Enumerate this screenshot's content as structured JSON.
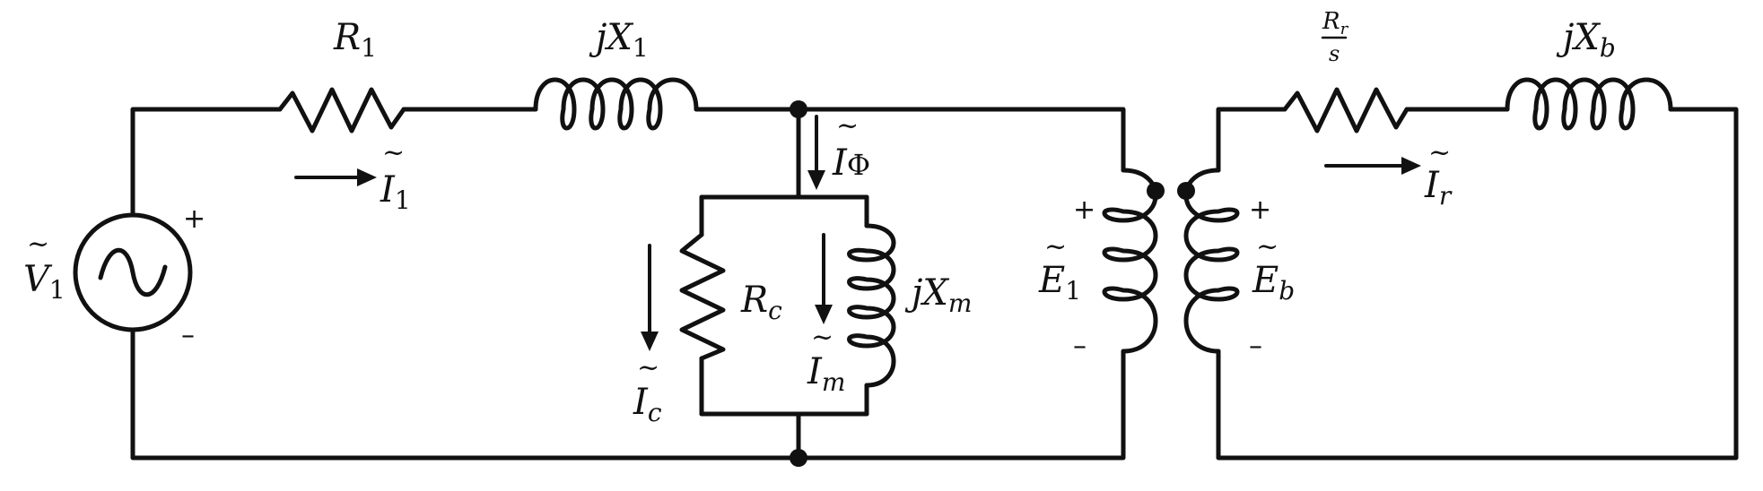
{
  "labels": {
    "r1": {
      "main": "R",
      "sub": "1"
    },
    "jx1": {
      "main": "jX",
      "sub": "1"
    },
    "rr_num": {
      "main": "R",
      "sub": "r"
    },
    "rr_den": "s",
    "jxb": {
      "main": "jX",
      "sub": "b"
    },
    "i1": {
      "main": "I",
      "sub": "1"
    },
    "iphi": {
      "main": "I",
      "sub": "Φ"
    },
    "ir": {
      "main": "I",
      "sub": "r"
    },
    "v1": {
      "main": "V",
      "sub": "1"
    },
    "rc": {
      "main": "R",
      "sub": "c"
    },
    "jxm": {
      "main": "jX",
      "sub": "m"
    },
    "ic": {
      "main": "I",
      "sub": "c"
    },
    "im": {
      "main": "I",
      "sub": "m"
    },
    "e1": {
      "main": "E",
      "sub": "1"
    },
    "eb": {
      "main": "E",
      "sub": "b"
    }
  },
  "signs": {
    "plus": "+",
    "minus": "–"
  },
  "tilde": "~"
}
